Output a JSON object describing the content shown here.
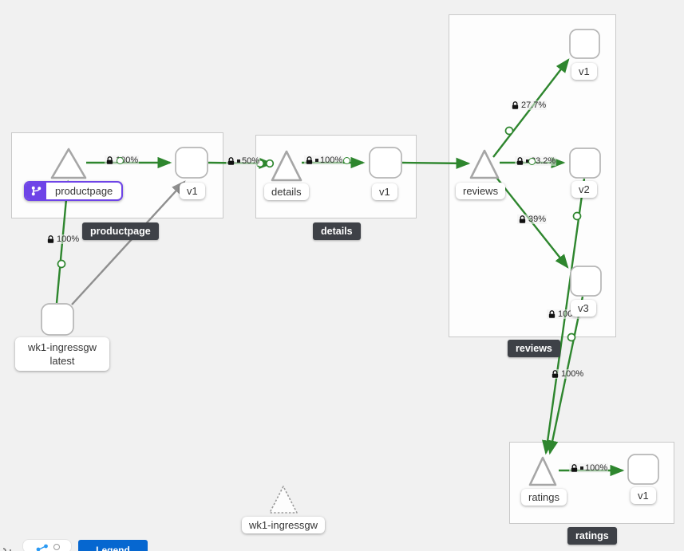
{
  "app": {
    "type": "service-mesh-traffic-graph"
  },
  "colors": {
    "edge_green": "#2e862e",
    "edge_gray": "#8f8f8f",
    "virtualservice_purple": "#6e44e7",
    "group_badge_dark": "#3e4147",
    "button_blue": "#0667d0"
  },
  "groups": {
    "productpage": {
      "badge": "productpage"
    },
    "details": {
      "badge": "details"
    },
    "reviews": {
      "badge": "reviews"
    },
    "ratings": {
      "badge": "ratings"
    }
  },
  "nodes": {
    "productpage_service": {
      "label": "productpage",
      "badge_icon": "code-branch-icon"
    },
    "productpage_v1": {
      "label": "v1"
    },
    "details_service": {
      "label": "details"
    },
    "details_v1": {
      "label": "v1"
    },
    "reviews_service": {
      "label": "reviews"
    },
    "reviews_v1": {
      "label": "v1"
    },
    "reviews_v2": {
      "label": "v2"
    },
    "reviews_v3": {
      "label": "v3"
    },
    "ratings_service": {
      "label": "ratings"
    },
    "ratings_v1": {
      "label": "v1"
    },
    "ingress_workload": {
      "line1": "wk1-ingressgw",
      "line2": "latest"
    },
    "ingress_service": {
      "label": "wk1-ingressgw"
    }
  },
  "edges": {
    "ingress_to_productpage": {
      "label": "100%"
    },
    "productpage_to_v1": {
      "label": "100%"
    },
    "v1_to_details": {
      "label": "50%"
    },
    "details_to_v1": {
      "label": "100%"
    },
    "reviews_to_v1": {
      "label": "27.7%"
    },
    "reviews_to_v2": {
      "label": "33.2%"
    },
    "reviews_to_v3": {
      "label": "39%"
    },
    "reviews_v2_to_ratings": {
      "label": "100%"
    },
    "reviews_v3_to_ratings": {
      "label": "100%"
    },
    "ratings_to_v1": {
      "label": "100%"
    }
  },
  "toolbar": {
    "legend_label": "Legend"
  }
}
